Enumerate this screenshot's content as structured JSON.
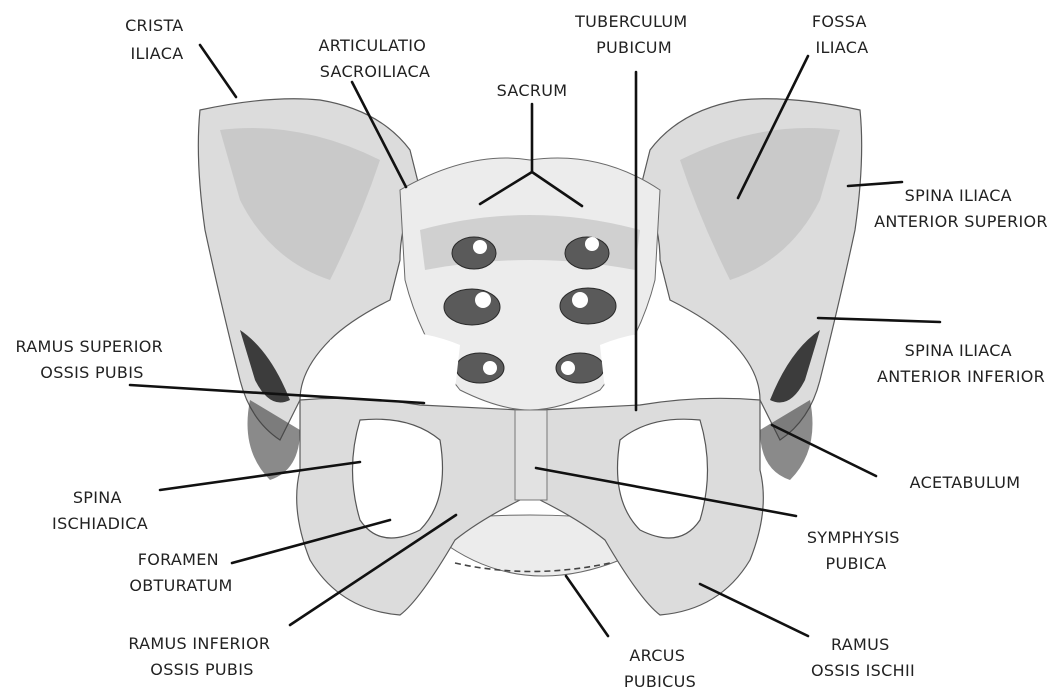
{
  "labels": {
    "crista_iliaca": [
      "CRISTA",
      "ILIACA"
    ],
    "articulatio_sacroiliaca": [
      "ARTICULATIO",
      "SACROILIACA"
    ],
    "sacrum": [
      "SACRUM"
    ],
    "tuberculum_pubicum": [
      "TUBERCULUM",
      "PUBICUM"
    ],
    "fossa_iliaca": [
      "FOSSA",
      "ILIACA"
    ],
    "spina_iliaca_anterior_superior": [
      "SPINA ILIACA",
      "ANTERIOR SUPERIOR"
    ],
    "spina_iliaca_anterior_inferior": [
      "SPINA ILIACA",
      "ANTERIOR INFERIOR"
    ],
    "ramus_superior_ossis_pubis": [
      "RAMUS SUPERIOR",
      "OSSIS PUBIS"
    ],
    "acetabulum": [
      "ACETABULUM"
    ],
    "spina_ischiadica": [
      "SPINA",
      "ISCHIADICA"
    ],
    "symphysis_pubica": [
      "SYMPHYSIS",
      "PUBICA"
    ],
    "foramen_obturatum": [
      "FORAMEN",
      "OBTURATUM"
    ],
    "ramus_inferior_ossis_pubis": [
      "RAMUS INFERIOR",
      "OSSIS PUBIS"
    ],
    "arcus_pubicus": [
      "ARCUS",
      "PUBICUS"
    ],
    "ramus_ossis_ischii": [
      "RAMUS",
      "OSSIS ISCHII"
    ]
  }
}
